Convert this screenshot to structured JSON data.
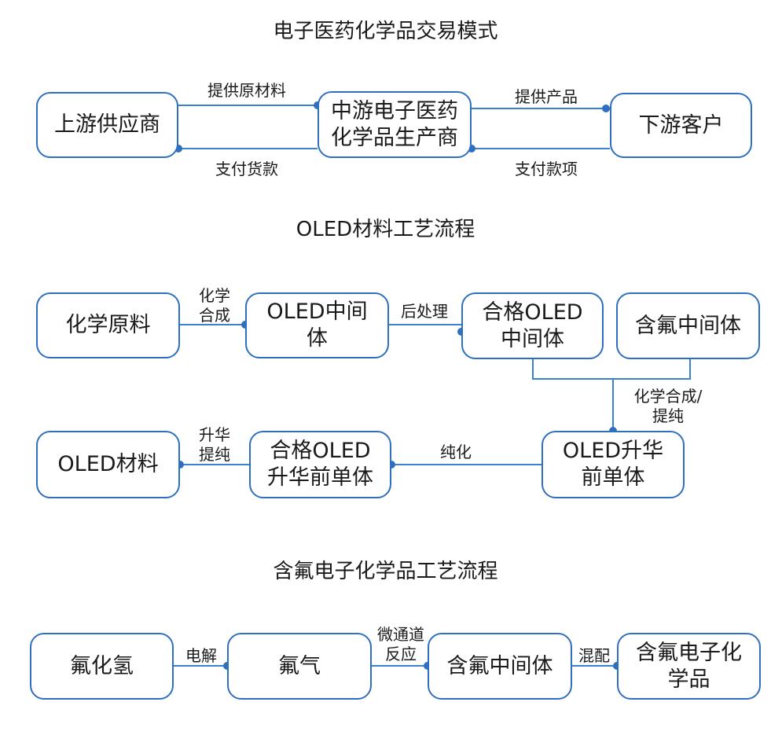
{
  "section1": {
    "title": "电子医药化学品交易模式",
    "nodes": {
      "upstream": "上游供应商",
      "midstream": "中游电子医药\n化学品生产商",
      "downstream": "下游客户"
    },
    "edges": {
      "provide_materials": "提供原材料",
      "pay_goods": "支付货款",
      "provide_products": "提供产品",
      "pay_funds": "支付款项"
    }
  },
  "section2": {
    "title": "OLED材料工艺流程",
    "nodes": {
      "raw": "化学原料",
      "intermediate": "OLED中间\n体",
      "qualified_intermediate": "合格OLED\n中间体",
      "fluoro_intermediate": "含氟中间体",
      "sublim_precursor": "OLED升华\n前单体",
      "qualified_sublim": "合格OLED\n升华前单体",
      "material": "OLED材料"
    },
    "edges": {
      "synthesis": "化学\n合成",
      "post_treatment": "后处理",
      "synth_purify": "化学合成/\n提纯",
      "purify": "纯化",
      "sublimation": "升华\n提纯"
    }
  },
  "section3": {
    "title": "含氟电子化学品工艺流程",
    "nodes": {
      "hf": "氟化氢",
      "fluorine": "氟气",
      "fluoro_intermediate": "含氟中间体",
      "product": "含氟电子化\n学品"
    },
    "edges": {
      "electrolysis": "电解",
      "microchannel": "微通道\n反应",
      "mixing": "混配"
    }
  },
  "colors": {
    "accent": "#2f6fc0",
    "line": "#3a82cf",
    "text": "#1a1a1a"
  }
}
